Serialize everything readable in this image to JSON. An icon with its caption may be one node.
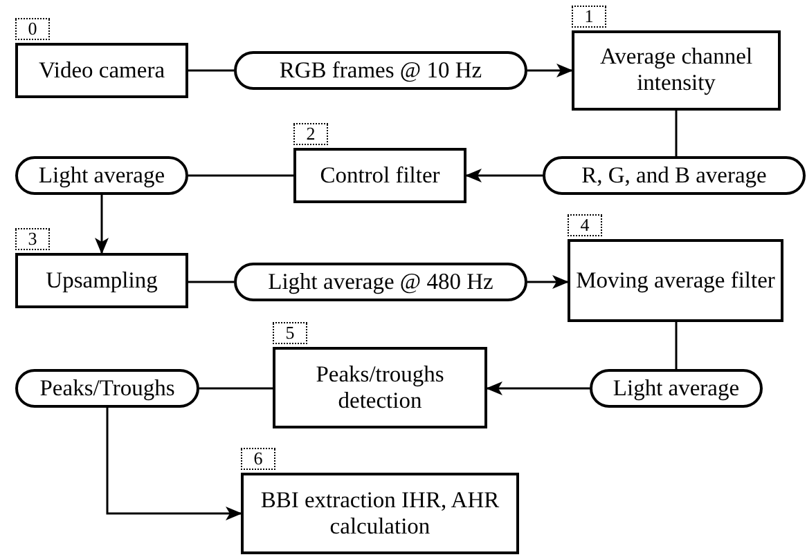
{
  "diagram": {
    "nodes": [
      {
        "text": [
          "Video camera"
        ],
        "beside": [
          "0"
        ]
      },
      {
        "text": [
          "RGB frames @ 10 Hz"
        ]
      },
      {
        "text": [
          "Average channel intensity"
        ],
        "beside": [
          "1"
        ]
      },
      {
        "text": [
          "R, G, and B average"
        ]
      },
      {
        "text": [
          "Control filter"
        ],
        "beside": [
          "2"
        ]
      },
      {
        "text": [
          "Light average"
        ]
      },
      {
        "text": [
          "Upsampling"
        ],
        "beside": [
          "3"
        ]
      },
      {
        "text": [
          "Light average @ 480 Hz"
        ]
      },
      {
        "text": [
          "Moving average filter"
        ],
        "beside": [
          "4"
        ]
      },
      {
        "text": [
          "Light average"
        ]
      },
      {
        "text": [
          "Peaks/troughs detection"
        ],
        "beside": [
          "5"
        ]
      },
      {
        "text": [
          "Peaks/Troughs"
        ]
      },
      {
        "text": [
          "BBI extraction IHR, AHR calculation"
        ],
        "beside": [
          "6"
        ]
      }
    ],
    "edges": [
      {
        "from": 0,
        "to": 1,
        "arrow": "none"
      },
      {
        "from": 1,
        "to": 2,
        "arrow": "to"
      },
      {
        "from": 2,
        "to": 3,
        "arrow": "none"
      },
      {
        "from": 3,
        "to": 4,
        "arrow": "to"
      },
      {
        "from": 4,
        "to": 5,
        "arrow": "none"
      },
      {
        "from": 5,
        "to": 6,
        "arrow": "to"
      },
      {
        "from": 6,
        "to": 7,
        "arrow": "none"
      },
      {
        "from": 7,
        "to": 8,
        "arrow": "to"
      },
      {
        "from": 8,
        "to": 9,
        "arrow": "none"
      },
      {
        "from": 9,
        "to": 10,
        "arrow": "to"
      },
      {
        "from": 10,
        "to": 11,
        "arrow": "none"
      },
      {
        "from": 11,
        "to": 12,
        "arrow": "to"
      }
    ]
  }
}
